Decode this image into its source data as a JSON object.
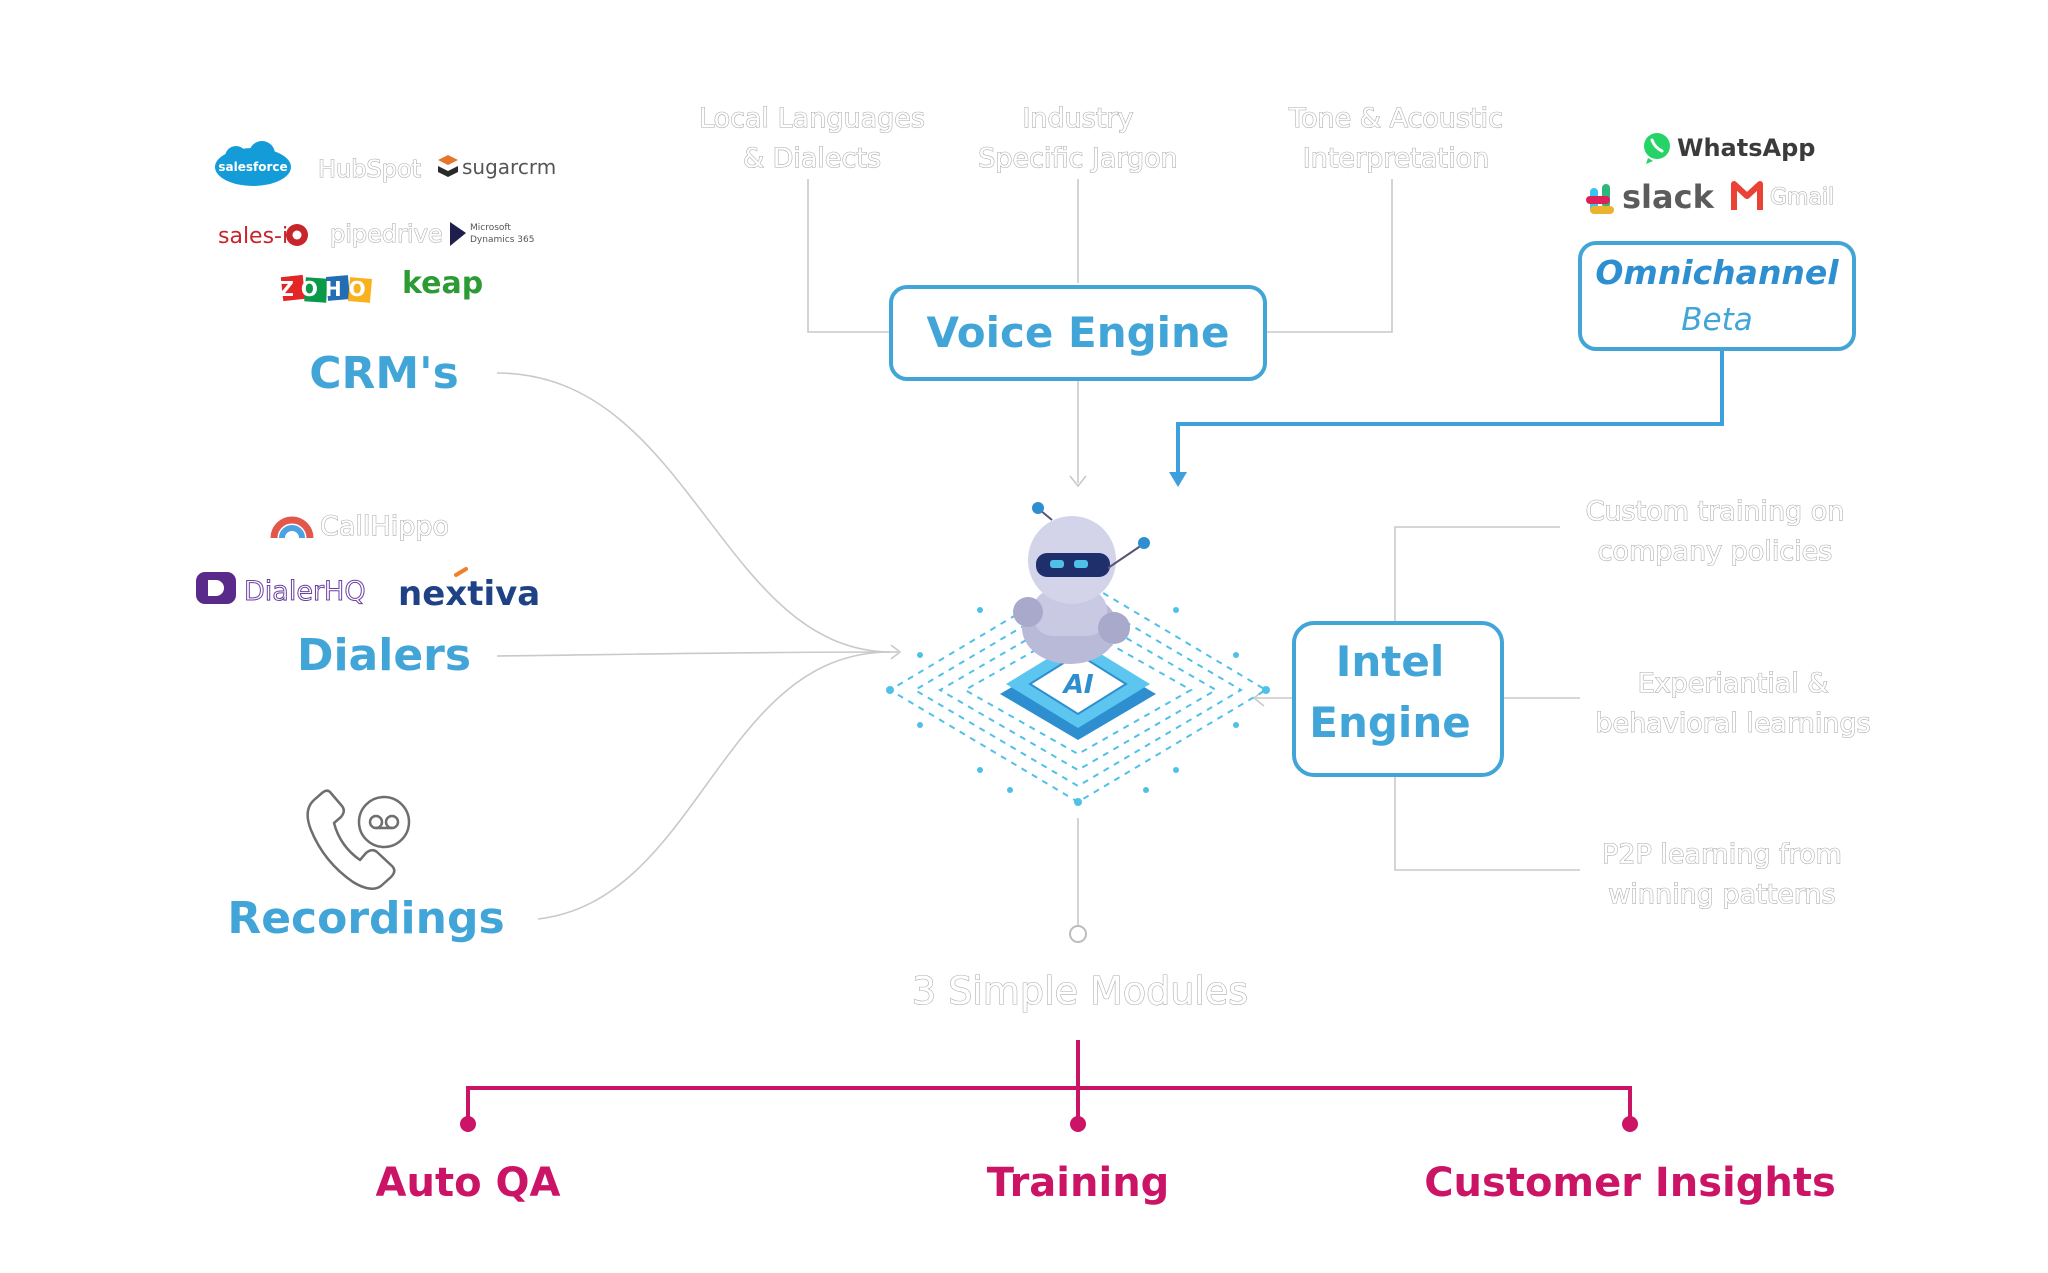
{
  "voice_inputs": [
    "Local Languages",
    "& Dialects",
    "Industry",
    "Specific Jargon",
    "Tone & Acoustic",
    "Interpretation"
  ],
  "voice_engine": "Voice Engine",
  "omnichannel": {
    "title": "Omnichannel",
    "subtitle": "Beta"
  },
  "channel_logos": [
    "WhatsApp",
    "slack",
    "Gmail"
  ],
  "crm_logos": [
    "salesforce",
    "HubSpot",
    "sugarcrm",
    "sales-i",
    "pipedrive",
    "Microsoft",
    "Dynamics 365",
    "ZOHO",
    "keap"
  ],
  "dialer_logos": [
    "CallHippo",
    "DialerHQ",
    "nextiva"
  ],
  "sources": {
    "crm": "CRM's",
    "dialers": "Dialers",
    "recordings": "Recordings"
  },
  "intel_engine": [
    "Intel",
    "Engine"
  ],
  "intel_inputs": [
    "Custom training on",
    "company policies",
    "Experiantial &",
    "behavioral learnings",
    "P2P learning from",
    "winning patterns"
  ],
  "chip_label": "AI",
  "modules_title": "3 Simple Modules",
  "modules": [
    "Auto QA",
    "Training",
    "Customer Insights"
  ],
  "colors": {
    "accent_blue": "#42a5d8",
    "accent_pink": "#cc1466",
    "ghost_outline": "#a9a9a9"
  }
}
